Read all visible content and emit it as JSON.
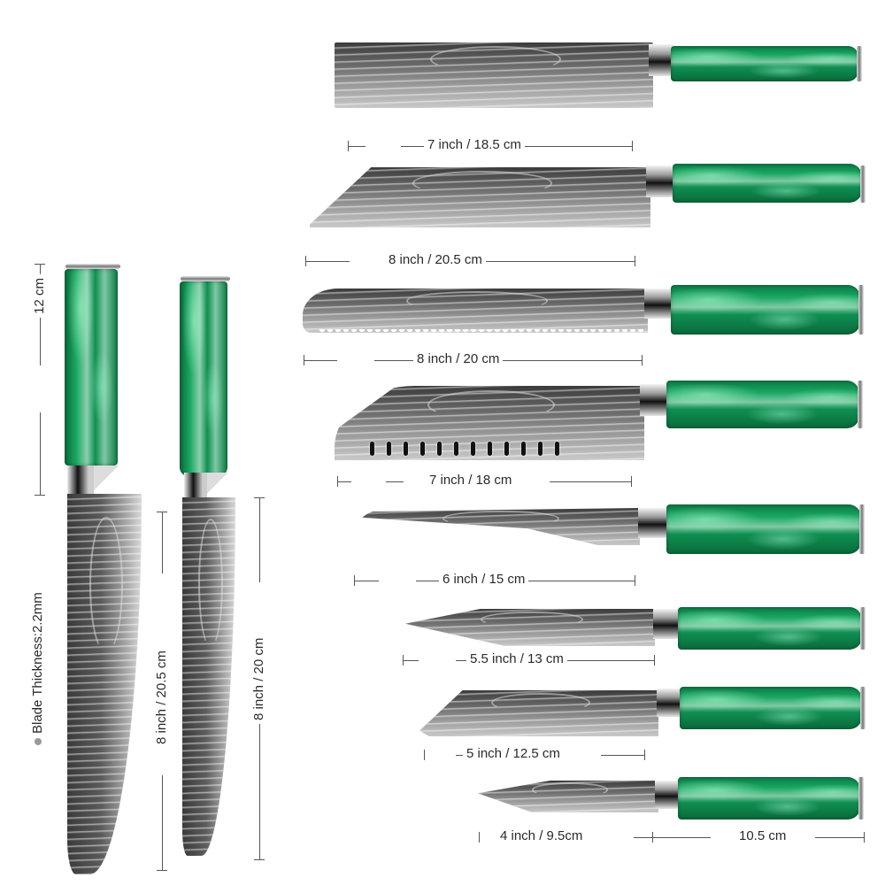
{
  "product": {
    "handle_color": "#11924f",
    "blade_color": "#7a7a7a",
    "background": "#ffffff"
  },
  "left_annotations": {
    "handle_length": "12 cm",
    "blade_thickness": "Blade Thickness:2.2mm"
  },
  "upright_knives": [
    {
      "name": "chef-knife",
      "size_label": "8 inch / 20.5 cm"
    },
    {
      "name": "slicing-knife",
      "size_label": "8 inch / 20 cm"
    }
  ],
  "horizontal_knives": [
    {
      "name": "nakiri-knife",
      "size_label": "7 inch / 18.5 cm"
    },
    {
      "name": "kiritsuke-knife",
      "size_label": "8 inch / 20.5 cm"
    },
    {
      "name": "bread-knife",
      "size_label": "8 inch / 20 cm"
    },
    {
      "name": "santoku-knife",
      "size_label": "7 inch / 18 cm"
    },
    {
      "name": "boning-knife",
      "size_label": "6 inch / 15 cm"
    },
    {
      "name": "utility-knife",
      "size_label": "5.5 inch / 13 cm"
    },
    {
      "name": "small-santoku-knife",
      "size_label": "5 inch / 12.5 cm"
    },
    {
      "name": "paring-knife",
      "size_label": "4 inch / 9.5cm",
      "handle_label": "10.5 cm"
    }
  ]
}
